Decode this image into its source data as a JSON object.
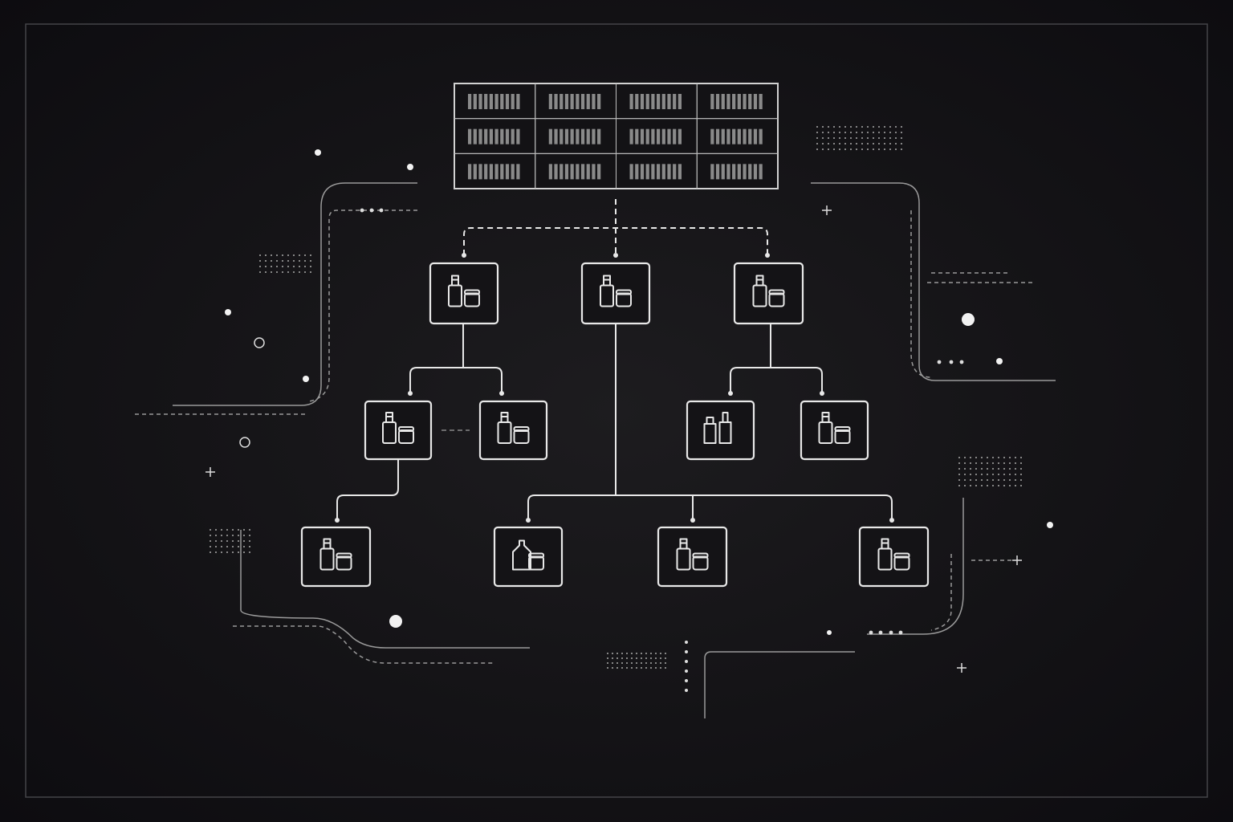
{
  "colors": {
    "background": "#141316",
    "line": "#e8e8e8",
    "frame": "#444448",
    "grid_bar": "#8a8a8a",
    "decor": "#9a9a9a"
  },
  "diagram": {
    "root": {
      "type": "storage-grid",
      "rows": 3,
      "cols": 4,
      "icon": "barcode-grid-icon"
    },
    "level1": [
      {
        "icon": "bottle-and-jar-icon"
      },
      {
        "icon": "tube-and-bottle-icon"
      },
      {
        "icon": "bottle-and-jar-icon"
      }
    ],
    "level2": [
      {
        "icon": "bottle-and-jar-icon"
      },
      {
        "icon": "spray-and-jar-icon"
      },
      {
        "icon": "two-bottles-icon"
      },
      {
        "icon": "spray-and-jar-icon"
      }
    ],
    "level3": [
      {
        "icon": "bottle-and-jar-icon"
      },
      {
        "icon": "jug-and-jar-icon"
      },
      {
        "icon": "bottle-and-jar-icon"
      },
      {
        "icon": "spray-and-jar-icon"
      }
    ]
  }
}
